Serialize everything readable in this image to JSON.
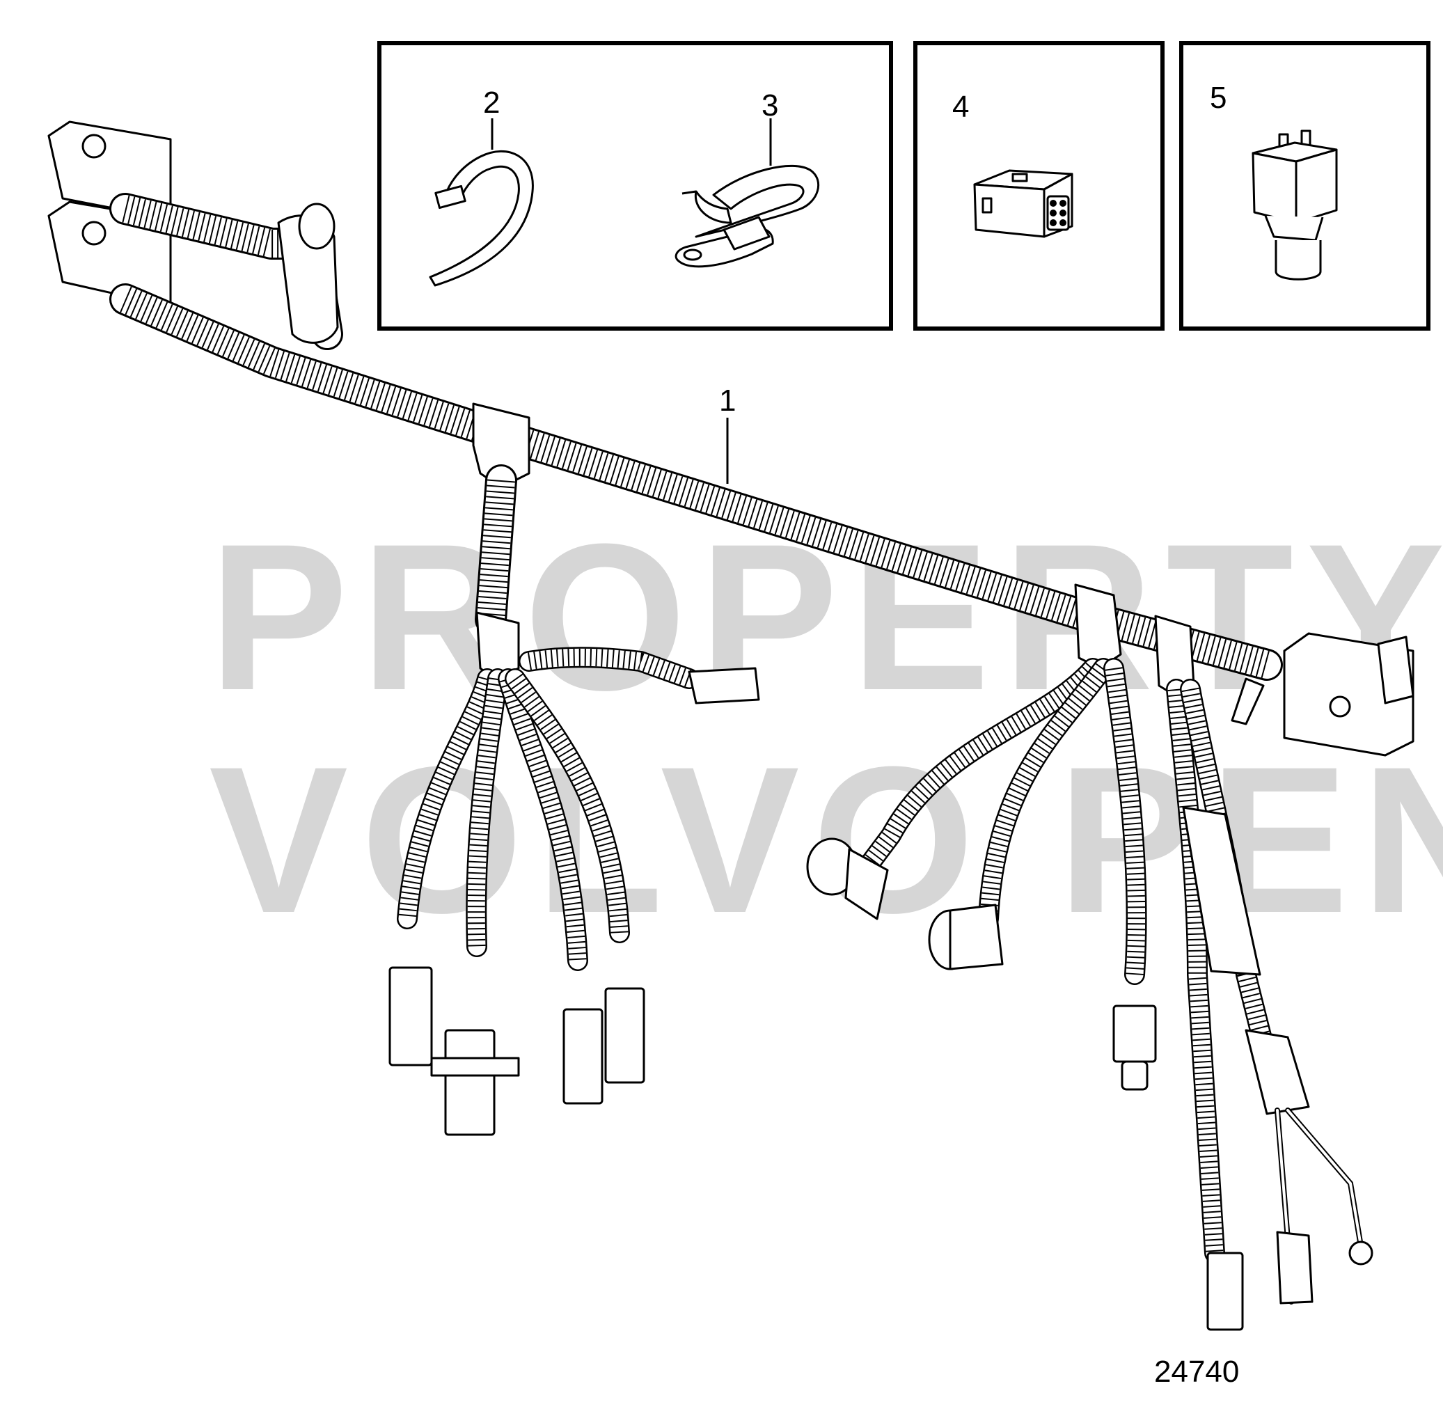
{
  "watermark": {
    "line1": "PROPERTY OF",
    "line2": "VOLVO PENTA"
  },
  "callouts": [
    {
      "id": "1",
      "label": "1"
    },
    {
      "id": "2",
      "label": "2"
    },
    {
      "id": "3",
      "label": "3"
    },
    {
      "id": "4",
      "label": "4"
    },
    {
      "id": "5",
      "label": "5"
    }
  ],
  "figure_number": "24740",
  "icons": [
    "wiring-harness",
    "cable-tie",
    "cable-clamp",
    "connector-housing",
    "relay"
  ]
}
